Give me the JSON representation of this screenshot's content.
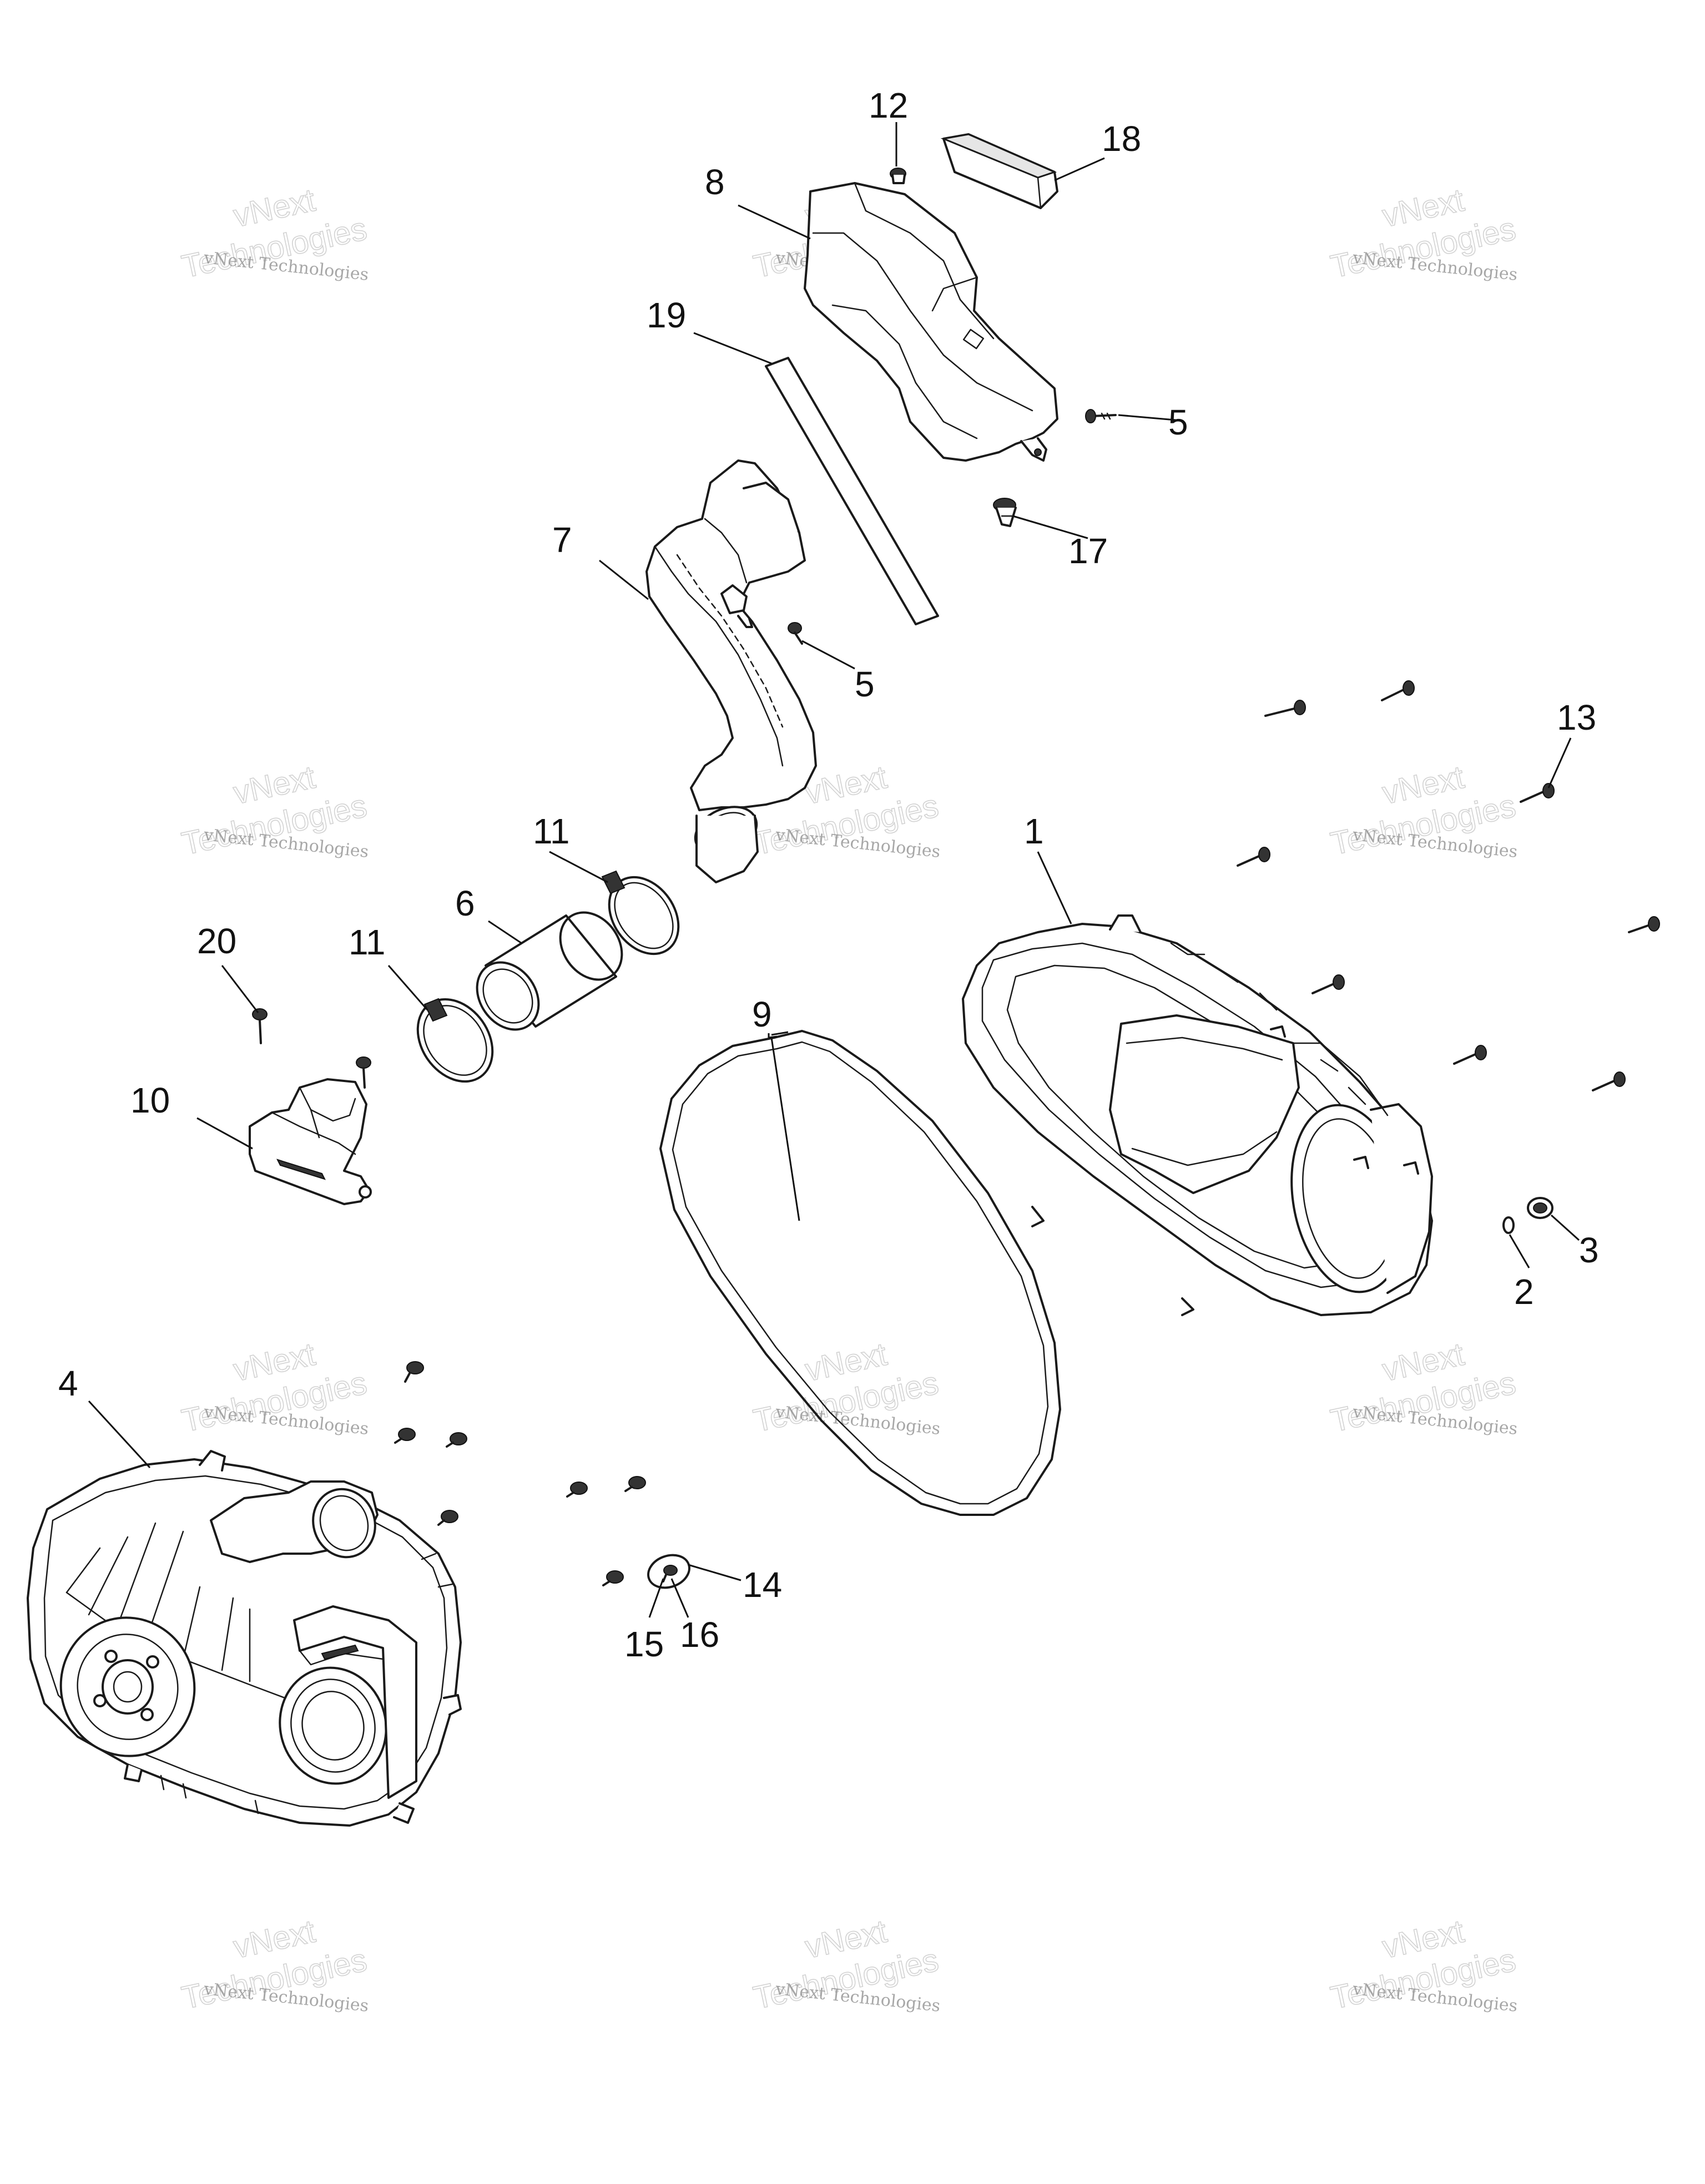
{
  "watermark": {
    "line_small": "vNext Technologies",
    "line_big_top": "vNext",
    "line_big_bottom": "Technologies"
  },
  "callouts": {
    "c1": "1",
    "c2": "2",
    "c3": "3",
    "c4": "4",
    "c5a": "5",
    "c5b": "5",
    "c6": "6",
    "c7": "7",
    "c8": "8",
    "c9": "9",
    "c10": "10",
    "c11a": "11",
    "c11b": "11",
    "c12": "12",
    "c13": "13",
    "c14": "14",
    "c15": "15",
    "c16": "16",
    "c17": "17",
    "c18": "18",
    "c19": "19",
    "c20": "20"
  }
}
